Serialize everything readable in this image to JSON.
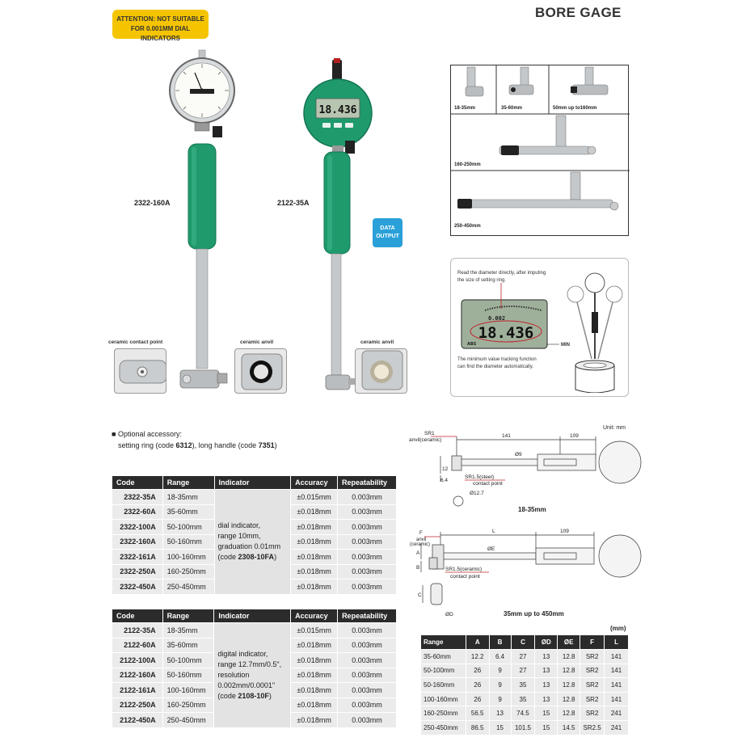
{
  "attention": {
    "line1": "ATTENTION: NOT SUITABLE",
    "line2": "FOR 0.001MM DIAL INDICATORS"
  },
  "title": "BORE GAGE",
  "products": {
    "left_model": "2322-160A",
    "right_model": "2122-35A",
    "data_output": {
      "line1": "DATA",
      "line2": "OUTPUT"
    },
    "digital_reading": "18.436"
  },
  "insets": {
    "ceramic_contact_point": "ceramic contact point",
    "ceramic_anvil_1": "ceramic anvil",
    "ceramic_anvil_2": "ceramic anvil"
  },
  "probes": {
    "p1": "18-35mm",
    "p2": "35-60mm",
    "p3": "50mm up to160mm",
    "p4": "160-250mm",
    "p5": "250-450mm"
  },
  "display_panel": {
    "top_text_1": "Read the diameter directly, after imputing",
    "top_text_2": "the size of  setting ring.",
    "small_value": "0.002",
    "big_value": "18.436",
    "abs_label": "ABS",
    "min_label": "MIN",
    "bottom_text_1": "The minimum value tracking function",
    "bottom_text_2": "can find the diameter automatically."
  },
  "accessory": {
    "line1": "Optional accessory:",
    "line2_prefix": "setting ring (code ",
    "ring_code": "6312",
    "line2_mid": "), long handle (code ",
    "handle_code": "7351",
    "line2_suffix": ")"
  },
  "table1": {
    "headers": [
      "Code",
      "Range",
      "Indicator",
      "Accuracy",
      "Repeatability"
    ],
    "rows": [
      {
        "code": "2322-35A",
        "range": "18-35mm",
        "accuracy": "±0.015mm",
        "repeat": "0.003mm"
      },
      {
        "code": "2322-60A",
        "range": "35-60mm",
        "accuracy": "±0.018mm",
        "repeat": "0.003mm"
      },
      {
        "code": "2322-100A",
        "range": "50-100mm",
        "accuracy": "±0.018mm",
        "repeat": "0.003mm"
      },
      {
        "code": "2322-160A",
        "range": "50-160mm",
        "accuracy": "±0.018mm",
        "repeat": "0.003mm"
      },
      {
        "code": "2322-161A",
        "range": "100-160mm",
        "accuracy": "±0.018mm",
        "repeat": "0.003mm"
      },
      {
        "code": "2322-250A",
        "range": "160-250mm",
        "accuracy": "±0.018mm",
        "repeat": "0.003mm"
      },
      {
        "code": "2322-450A",
        "range": "250-450mm",
        "accuracy": "±0.018mm",
        "repeat": "0.003mm"
      }
    ],
    "indicator": {
      "l1": "dial indicator,",
      "l2": "range 10mm,",
      "l3": "graduation 0.01mm",
      "l4_prefix": "(code ",
      "l4_code": "2308-10FA",
      "l4_suffix": ")"
    }
  },
  "table2": {
    "headers": [
      "Code",
      "Range",
      "Indicator",
      "Accuracy",
      "Repeatability"
    ],
    "rows": [
      {
        "code": "2122-35A",
        "range": "18-35mm",
        "accuracy": "±0.015mm",
        "repeat": "0.003mm"
      },
      {
        "code": "2122-60A",
        "range": "35-60mm",
        "accuracy": "±0.018mm",
        "repeat": "0.003mm"
      },
      {
        "code": "2122-100A",
        "range": "50-100mm",
        "accuracy": "±0.018mm",
        "repeat": "0.003mm"
      },
      {
        "code": "2122-160A",
        "range": "50-160mm",
        "accuracy": "±0.018mm",
        "repeat": "0.003mm"
      },
      {
        "code": "2122-161A",
        "range": "100-160mm",
        "accuracy": "±0.018mm",
        "repeat": "0.003mm"
      },
      {
        "code": "2122-250A",
        "range": "160-250mm",
        "accuracy": "±0.018mm",
        "repeat": "0.003mm"
      },
      {
        "code": "2122-450A",
        "range": "250-450mm",
        "accuracy": "±0.018mm",
        "repeat": "0.003mm"
      }
    ],
    "indicator": {
      "l1": "digital indicator,",
      "l2": "range 12.7mm/0.5\",",
      "l3": "resolution",
      "l4": "0.002mm/0.0001\"",
      "l5_prefix": "(code ",
      "l5_code": "2108-10F",
      "l5_suffix": ")"
    }
  },
  "drawings": {
    "unit": "Unit: mm",
    "d1": {
      "sr1": "SR1",
      "anvil": "anvil(ceramic)",
      "dim141": "141",
      "dim109": "109",
      "phi9": "Ø9",
      "dim12": "12",
      "dim64": "6.4",
      "sr15a": "SR1.5(steel)",
      "sr15b": "contact point",
      "phi127": "Ø12.7",
      "caption": "18-35mm"
    },
    "d2": {
      "f": "F",
      "anvil": "anvil",
      "ceramic": "(ceramic)",
      "l": "L",
      "dim109": "109",
      "phie": "ØE",
      "a": "A",
      "b": "B",
      "sr15a": "SR1.5(ceramic)",
      "sr15b": "contact point",
      "c": "C",
      "phid": "ØD",
      "caption": "35mm up to 450mm"
    }
  },
  "dims_table": {
    "unit": "(mm)",
    "headers": [
      "Range",
      "A",
      "B",
      "C",
      "ØD",
      "ØE",
      "F",
      "L"
    ],
    "rows": [
      [
        "35-60mm",
        "12.2",
        "6.4",
        "27",
        "13",
        "12.8",
        "SR2",
        "141"
      ],
      [
        "50-100mm",
        "26",
        "9",
        "27",
        "13",
        "12.8",
        "SR2",
        "141"
      ],
      [
        "50-160mm",
        "26",
        "9",
        "35",
        "13",
        "12.8",
        "SR2",
        "141"
      ],
      [
        "100-160mm",
        "26",
        "9",
        "35",
        "13",
        "12.8",
        "SR2",
        "141"
      ],
      [
        "160-250mm",
        "56.5",
        "13",
        "74.5",
        "15",
        "12.8",
        "SR2",
        "241"
      ],
      [
        "250-450mm",
        "86.5",
        "15",
        "101.5",
        "15",
        "14.5",
        "SR2.5",
        "241"
      ]
    ]
  },
  "colors": {
    "accent_yellow": "#f5c400",
    "handle_green": "#1f9a6c",
    "header_dark": "#2b2b2b",
    "badge_blue": "#2aa0d8",
    "red_note": "#c0202a"
  }
}
